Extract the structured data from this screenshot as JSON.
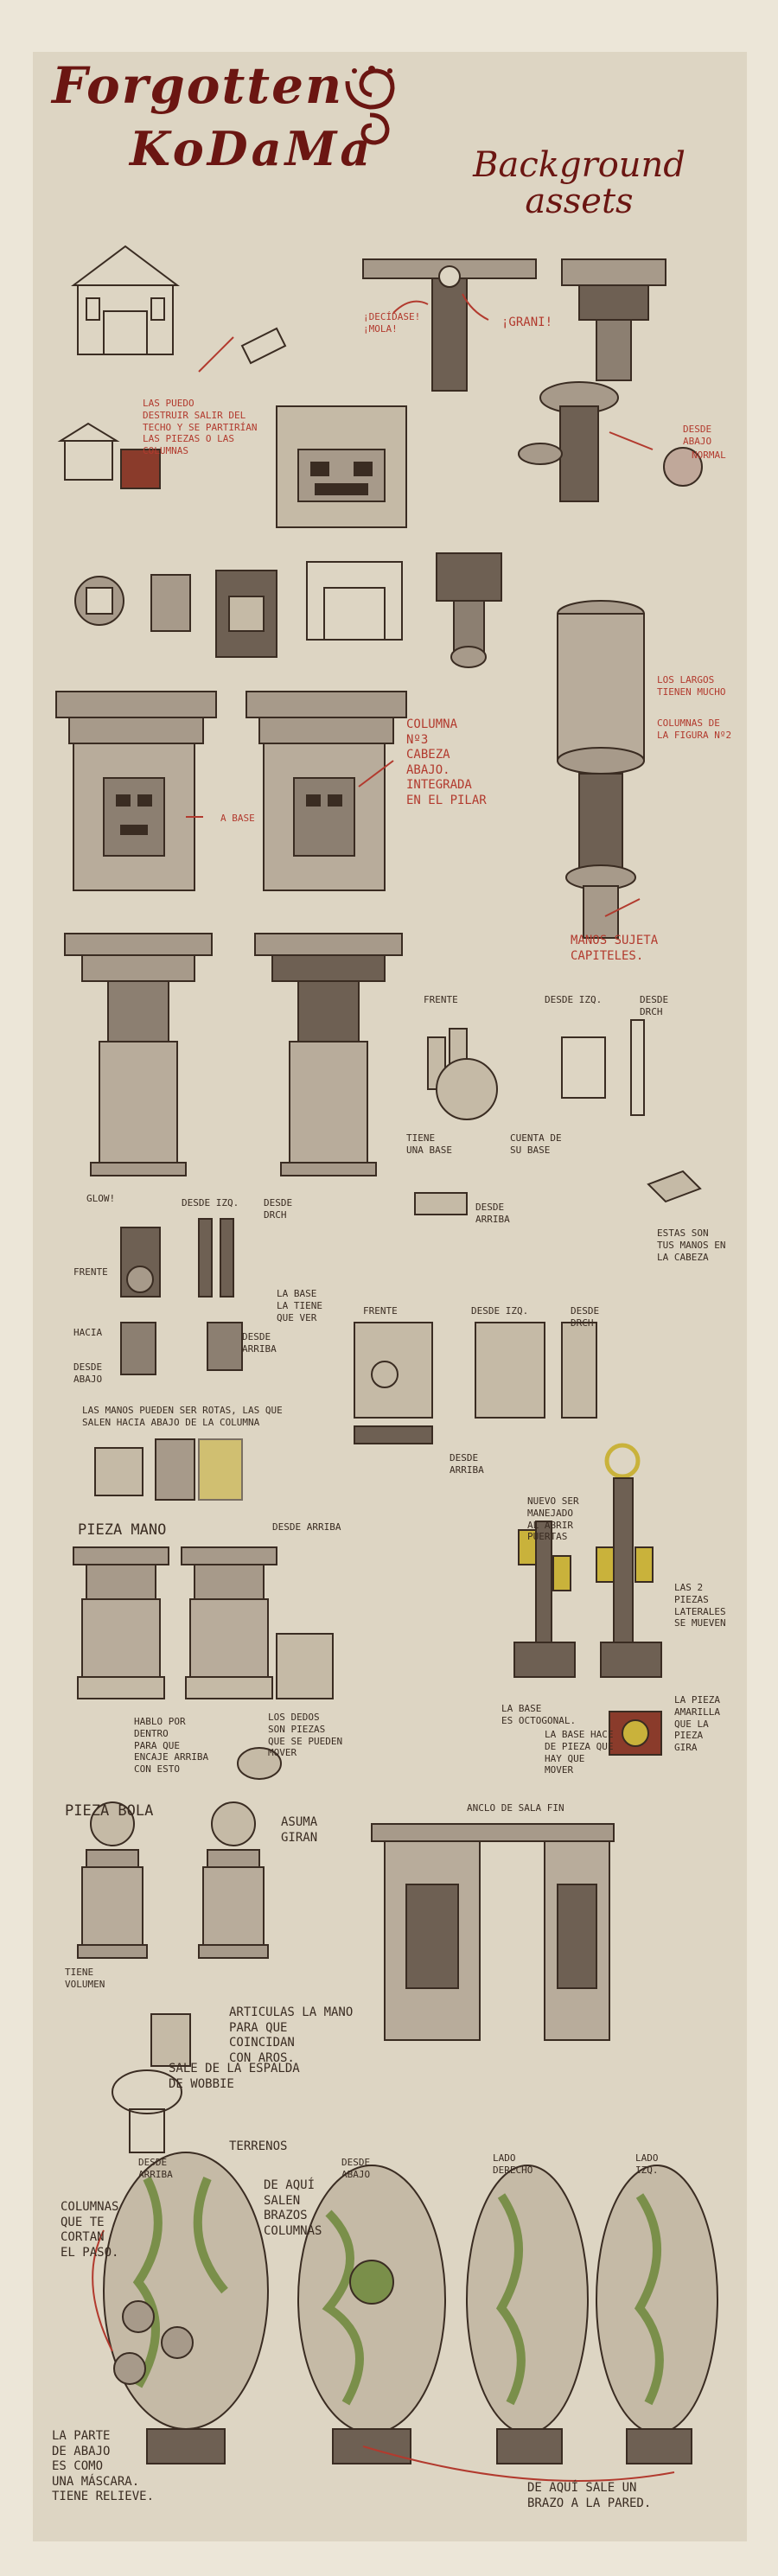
{
  "header": {
    "title_line1": "Forgotten",
    "title_line2": "KoDaMa",
    "section_title_line1": "Background",
    "section_title_line2": "assets"
  },
  "notes": {
    "dicidase": "¡Decídase!\n¡Mola!",
    "grani": "¡Grani!",
    "laspuedo": "Las puedo\ndestruir salir del\ntecho y se partirían\nlas piezas o las\ncolumnas",
    "deshe": "Desde\nAbajo",
    "normal": "Normal",
    "columna3": "Columna\nnº3\nCabeza\nAbajo.",
    "integrada": "Integrada\nen el pilar",
    "labase": "A Base",
    "loslargos": "Los largos\nTienen mucho",
    "columna2": "Columnas de\nla figura nº2",
    "manos": "Manos Sujeta\nCapiteles.",
    "frente1": "Frente",
    "desdeizq1": "Desde Izq.",
    "desdedch1": "Desde\nDrch",
    "tienebase": "Tiene\nuna base",
    "cuentabase": "Cuenta de\nsu base",
    "desdearriba1": "Desde\nArriba",
    "estas": "Estas son\ntus manos en\nla cabeza",
    "glow": "Glow!",
    "desdeizq2": "Desde Izq.",
    "desdedch2": "Desde\nDrch",
    "frente2": "Frente",
    "labasetamb": "La base\nla tiene\nque ver",
    "hacia": "Hacia",
    "desdeabajo2": "Desde\nAbajo",
    "desdearriba2": "Desde\nArriba",
    "lasmanos": "Las manos pueden ser rotas, las que\nsalen hacia abajo de la columna",
    "frente3": "Frente",
    "desdeizq3": "Desde Izq.",
    "desdedch3": "Desde\nDrch",
    "desdearriba3": "Desde\nArriba",
    "pieza_mano": "Pieza Mano",
    "desdearriba4": "Desde Arriba",
    "nuevo_ser": "Nuevo ser\nmanejado\nal abrir\npuertas",
    "las2": "Las 2\npiezas\nlaterales\nse mueven",
    "hablo": "Hablo por\ndentro\npara que\nencaje arriba\ncon esto",
    "losdedos": "Los dedos\nson piezas\nque se pueden\nmover",
    "labase3": "La base\nes octogonal.",
    "labasehay": "La base hace\nde pieza que\nhay que\nmover",
    "lapieza": "La pieza\namarilla\nque la\npieza\ngira",
    "pieza_bola": "Pieza Bola",
    "asumagiran": "Asuma\nGiran",
    "tiene_volumen": "Tiene\nvolumen",
    "anclo": "Anclo de Sala Fin",
    "articulas": "Articulas la mano\npara que\ncoincidan\ncon aros.",
    "sale": "Sale de la espalda\nde Wobbie",
    "terrenos": "Terrenos",
    "desdearriba5": "Desde\nArriba",
    "deaqui": "De aquí\nsalen\nbrazos\ncolumnas",
    "desdeabajo5": "Desde\nAbajo",
    "ladoderecho": "Lado\nDerecho",
    "ladoizq": "Lado\nIzq.",
    "columnas_que": "Columnas\nque te\ncortan\nel paso.",
    "laparte": "La parte\nde abajo\nes como\nuna máscara.\nTiene relieve.",
    "deaqui2": "De aquí sale un\nbrazo a la pared."
  },
  "colors": {
    "paper": "#ddd5c3",
    "ink": "#3a2c22",
    "red_ink": "#b23a2e",
    "title": "#6b1612",
    "stone": "#a79a8a",
    "dark_stone": "#6e6053",
    "moss": "#7a8f4a",
    "yellow": "#c9b23b"
  },
  "icons": {
    "logo_spiral": "spiral-icon"
  }
}
